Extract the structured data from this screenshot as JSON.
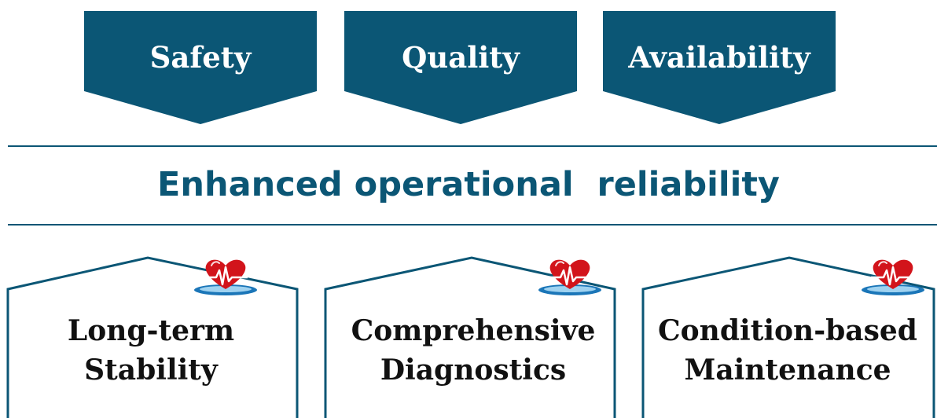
{
  "top_chevrons": [
    {
      "label": "Safety"
    },
    {
      "label": "Quality"
    },
    {
      "label": "Availability"
    }
  ],
  "center_heading": "Enhanced operational  reliability",
  "bottom_boxes": [
    {
      "line1": "Long-term",
      "line2": "Stability"
    },
    {
      "line1": "Comprehensive",
      "line2": "Diagnostics"
    },
    {
      "line1": "Condition-based",
      "line2": "Maintenance"
    }
  ],
  "badge_icon": "heart-ecg-icon",
  "colors": {
    "primary": "#0b5675",
    "heart": "#d2141b",
    "plate": "#1b76b8",
    "text_dark": "#111111",
    "white": "#ffffff"
  }
}
